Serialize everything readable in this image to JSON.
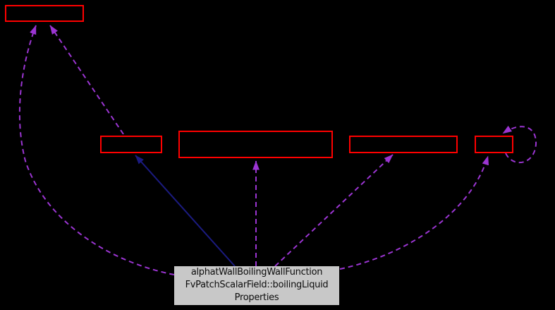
{
  "diagram": {
    "kind": "collaboration-graph",
    "background": "#000000",
    "colors": {
      "node_border": "#ff0000",
      "usage_edge": "#9b35d2",
      "inheritance_edge": "#1b1b80",
      "main_node_fill": "#c8c8c8",
      "main_node_text": "#0d0d0d"
    },
    "main_node": {
      "label_lines": {
        "line1": "alphatWallBoilingWallFunction",
        "line2": "FvPatchScalarField::boilingLiquid",
        "line3": "Properties"
      }
    },
    "related_nodes": [
      {
        "id": "top-left",
        "label": ""
      },
      {
        "id": "mid-1",
        "label": ""
      },
      {
        "id": "mid-2",
        "label": ""
      },
      {
        "id": "mid-3",
        "label": ""
      },
      {
        "id": "mid-4",
        "label": ""
      }
    ]
  }
}
